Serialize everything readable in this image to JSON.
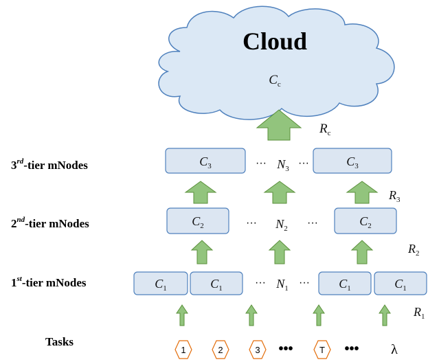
{
  "cloud": {
    "title": "Cloud",
    "capacity": {
      "base": "C",
      "sub": "c"
    },
    "uplink": {
      "base": "R",
      "sub": "c"
    }
  },
  "tiers": [
    {
      "label_prefix": "3",
      "label_sup": "rd",
      "label_suffix": "-tier mNodes",
      "box_text": {
        "base": "C",
        "sub": "3"
      },
      "count": {
        "base": "N",
        "sub": "3"
      },
      "rate": {
        "base": "R",
        "sub": "3"
      }
    },
    {
      "label_prefix": "2",
      "label_sup": "nd",
      "label_suffix": "-tier mNodes",
      "box_text": {
        "base": "C",
        "sub": "2"
      },
      "count": {
        "base": "N",
        "sub": "2"
      },
      "rate": {
        "base": "R",
        "sub": "2"
      }
    },
    {
      "label_prefix": "1",
      "label_sup": "st",
      "label_suffix": "-tier mNodes",
      "box_text": {
        "base": "C",
        "sub": "1"
      },
      "count": {
        "base": "N",
        "sub": "1"
      },
      "rate": {
        "base": "R",
        "sub": "1"
      }
    }
  ],
  "ellipsis": "···",
  "tasks": {
    "label": "Tasks",
    "items": [
      "1",
      "2",
      "3",
      "T"
    ],
    "ellipsis": "•••",
    "rate_symbol": "λ"
  },
  "colors": {
    "box_fill": "#dce6f2",
    "box_stroke": "#4f81bd",
    "cloud_fill": "#dbe8f5",
    "arrow_fill": "#92c47d",
    "hex_stroke": "#e36c09"
  }
}
